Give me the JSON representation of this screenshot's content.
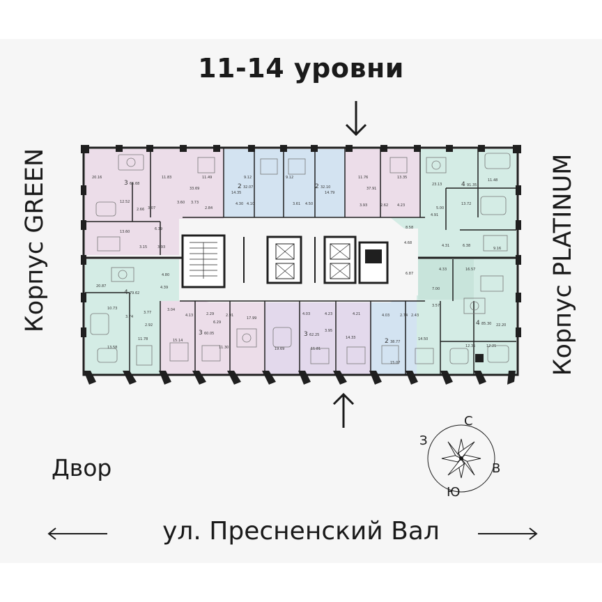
{
  "title": "11-14 уровни",
  "building_left": "Корпус GREEN",
  "building_right": "Корпус PLATINUM",
  "yard_label": "Двор",
  "street_label": "ул. Пресненский Вал",
  "compass": {
    "north": "С",
    "west": "З",
    "east": "В",
    "south": "Ю"
  },
  "colors": {
    "mint": "#d4ece5",
    "pink": "#ecdde9",
    "blue": "#d3e3f1",
    "lavender": "#e3d9ec",
    "wall": "#1f1f1f",
    "panel": "#f6f6f6"
  },
  "apartments": [
    {
      "rooms": "3",
      "area": "65.68"
    },
    {
      "rooms": "2",
      "area": "32.07"
    },
    {
      "rooms": "2",
      "area": "32.10"
    },
    {
      "rooms": "4",
      "area": "91.35"
    },
    {
      "rooms": "4",
      "area": "79.62"
    },
    {
      "rooms": "3",
      "area": "60.05"
    },
    {
      "rooms": "3",
      "area": "62.25"
    },
    {
      "rooms": "2",
      "area": "38.77"
    },
    {
      "rooms": "4",
      "area": "85.30"
    }
  ],
  "room_areas": {
    "r1": "20.16",
    "r2": "12.52",
    "r3": "2.66",
    "r4": "3.07",
    "r5": "13.60",
    "r6": "6.39",
    "r7": "3.15",
    "r8": "3.93",
    "r9": "11.83",
    "r10": "33.69",
    "r11": "3.60",
    "r12": "3.73",
    "r13": "2.84",
    "r14": "11.49",
    "r15": "14.35",
    "r16": "4.30",
    "r17": "9.12",
    "r18": "4.10",
    "r19": "9.12",
    "r20": "3.61",
    "r21": "4.50",
    "r22": "14.79",
    "r23": "11.76",
    "r24": "13.35",
    "r25": "3.93",
    "r26": "2.62",
    "r27": "4.23",
    "r28": "37.91",
    "r29": "23.13",
    "r30": "11.48",
    "r31": "13.72",
    "r32": "5.00",
    "r33": "4.91",
    "r34": "8.58",
    "r35": "4.68",
    "r36": "4.31",
    "r37": "6.38",
    "r38": "9.16",
    "r39": "20.87",
    "r40": "4.80",
    "r41": "4.39",
    "r42": "10.73",
    "r43": "3.74",
    "r44": "3.04",
    "r45": "3.77",
    "r46": "2.92",
    "r47": "11.78",
    "r48": "13.58",
    "r49": "4.13",
    "r50": "2.29",
    "r51": "6.29",
    "r52": "2.91",
    "r53": "17.99",
    "r54": "15.14",
    "r55": "11.30",
    "r56": "4.03",
    "r57": "4.23",
    "r58": "4.21",
    "r59": "19.69",
    "r60": "3.95",
    "r61": "11.81",
    "r62": "14.33",
    "r63": "4.03",
    "r64": "2.74",
    "r65": "2.43",
    "r66": "14.50",
    "r67": "15.07",
    "r68": "4.33",
    "r69": "16.57",
    "r70": "6.87",
    "r71": "7.00",
    "r72": "3.57",
    "r73": "12.35",
    "r74": "12.21",
    "r75": "22.20"
  }
}
